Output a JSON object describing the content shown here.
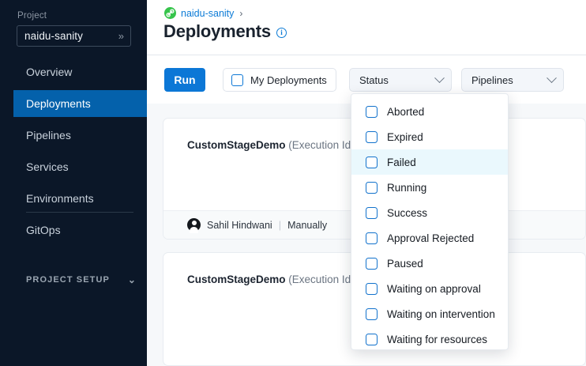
{
  "sidebar": {
    "project_label": "Project",
    "project_value": "naidu-sanity",
    "project_chevron": "»",
    "items": [
      {
        "label": "Overview",
        "active": false
      },
      {
        "label": "Deployments",
        "active": true
      },
      {
        "label": "Pipelines",
        "active": false
      },
      {
        "label": "Services",
        "active": false
      },
      {
        "label": "Environments",
        "active": false
      },
      {
        "label": "GitOps",
        "active": false
      }
    ],
    "section_label": "PROJECT SETUP"
  },
  "header": {
    "breadcrumb_link": "naidu-sanity",
    "breadcrumb_separator": "›",
    "title": "Deployments",
    "info_glyph": "i"
  },
  "toolbar": {
    "run_label": "Run",
    "my_deployments_label": "My Deployments",
    "status_label": "Status",
    "pipelines_label": "Pipelines"
  },
  "status_dropdown": {
    "options": [
      {
        "label": "Aborted",
        "checked": false,
        "highlighted": false
      },
      {
        "label": "Expired",
        "checked": false,
        "highlighted": false
      },
      {
        "label": "Failed",
        "checked": false,
        "highlighted": true
      },
      {
        "label": "Running",
        "checked": false,
        "highlighted": false
      },
      {
        "label": "Success",
        "checked": false,
        "highlighted": false
      },
      {
        "label": "Approval Rejected",
        "checked": false,
        "highlighted": false
      },
      {
        "label": "Paused",
        "checked": false,
        "highlighted": false
      },
      {
        "label": "Waiting on approval",
        "checked": false,
        "highlighted": false
      },
      {
        "label": "Waiting on intervention",
        "checked": false,
        "highlighted": false
      },
      {
        "label": "Waiting for resources",
        "checked": false,
        "highlighted": false
      }
    ]
  },
  "cards": [
    {
      "name": "CustomStageDemo",
      "meta": "(Execution Id",
      "author": "Sahil Hindwani",
      "separator": "|",
      "trigger": "Manually",
      "has_footer": true
    },
    {
      "name": "CustomStageDemo",
      "meta": "(Execution Id",
      "author": "",
      "separator": "",
      "trigger": "",
      "has_footer": false
    }
  ],
  "colors": {
    "sidebar_bg": "#0b1728",
    "nav_active": "#0461ab",
    "accent_blue": "#0c77d6",
    "breadcrumb_green": "#36c44b",
    "highlight_row": "#eaf8fd",
    "page_bg": "#f6f8fa"
  }
}
